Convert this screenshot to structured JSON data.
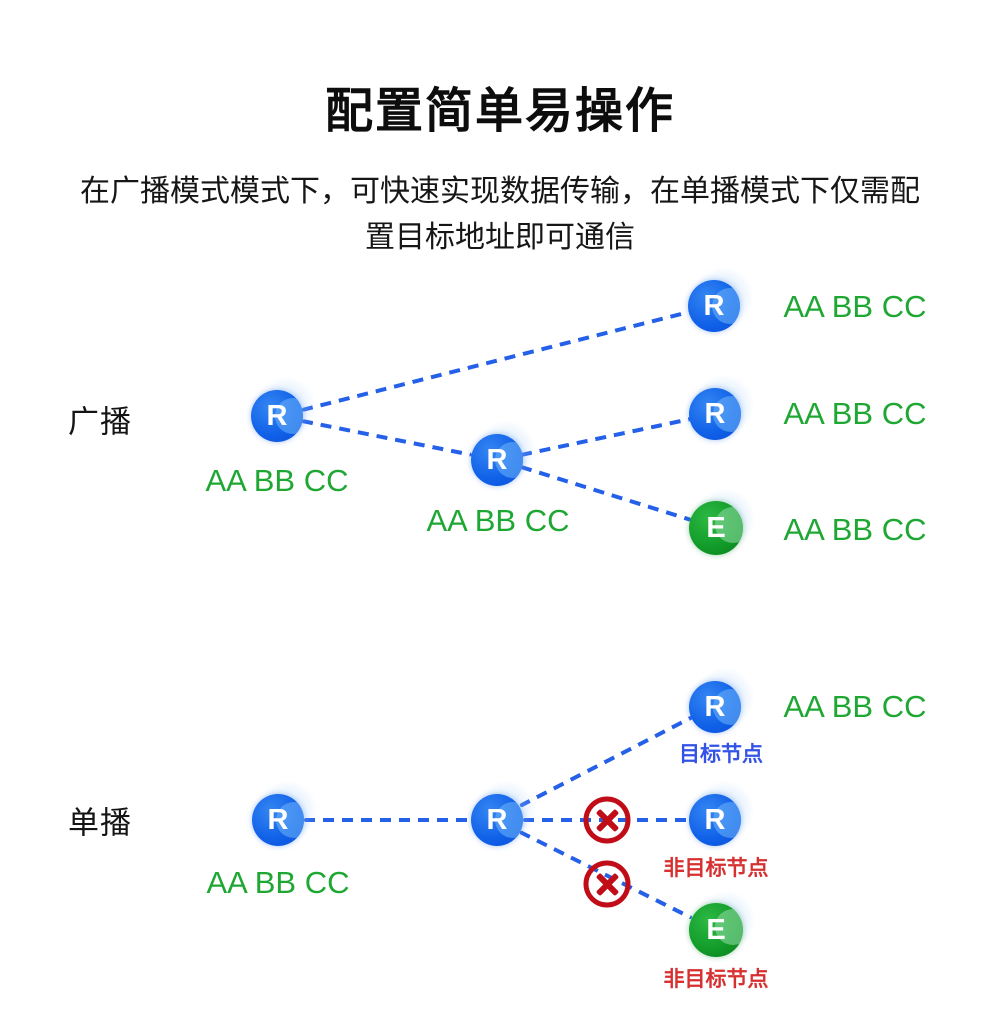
{
  "header": {
    "title": "配置简单易操作",
    "subtitle_line1": "在广播模式模式下，可快速实现数据传输，在单播模式下仅需配",
    "subtitle_line2": "置目标地址即可通信"
  },
  "colors": {
    "router_node_blue": "#1161e8",
    "endpoint_node_green": "#119a28",
    "dashed_link_blue": "#2560e9",
    "address_green": "#1fa733",
    "target_tag_blue": "#3353e6",
    "non_target_tag_red": "#d63031",
    "blocked_cross_red": "#c00d18"
  },
  "broadcast": {
    "label": "广播",
    "left_node": {
      "letter": "R",
      "address": "AA BB CC"
    },
    "mid_node": {
      "letter": "R",
      "address": "AA BB CC"
    },
    "top_right_node": {
      "letter": "R",
      "address": "AA BB CC"
    },
    "mid_right_node": {
      "letter": "R",
      "address": "AA BB CC"
    },
    "end_node": {
      "letter": "E",
      "address": "AA BB CC"
    }
  },
  "unicast": {
    "label": "单播",
    "left_node": {
      "letter": "R",
      "address": "AA BB CC"
    },
    "mid_node": {
      "letter": "R"
    },
    "top_right_node": {
      "letter": "R",
      "address": "AA BB CC",
      "tag": "目标节点"
    },
    "mid_right_node": {
      "letter": "R",
      "tag": "非目标节点"
    },
    "end_node": {
      "letter": "E",
      "tag": "非目标节点"
    }
  }
}
